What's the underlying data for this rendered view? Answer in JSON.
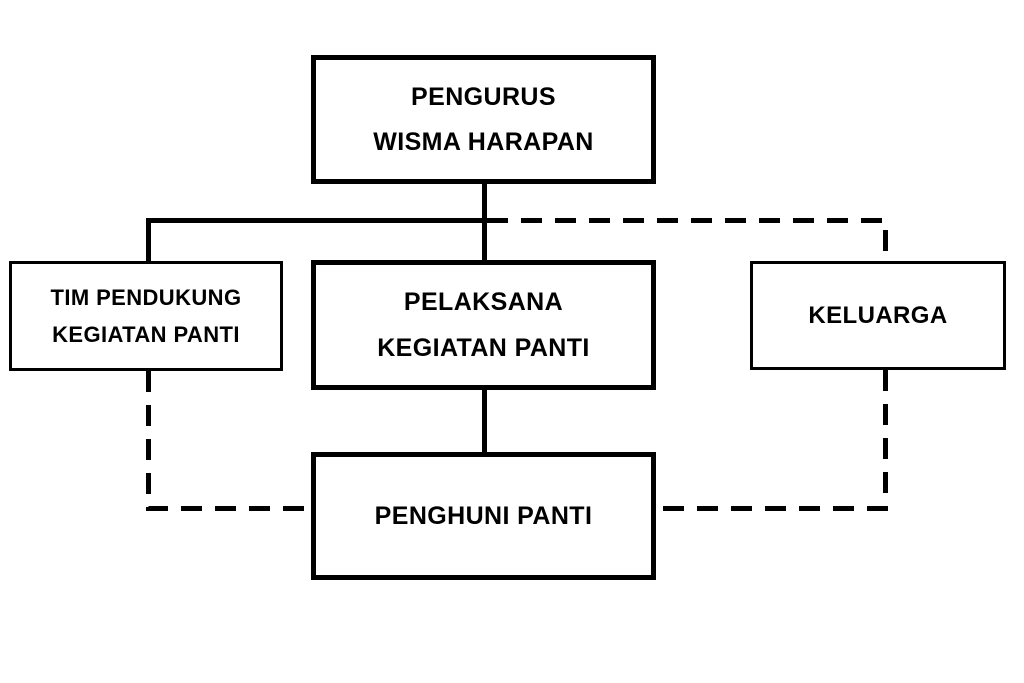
{
  "diagram": {
    "type": "organizational-chart",
    "background_color": "#ffffff",
    "line_color": "#000000",
    "text_color": "#000000",
    "nodes": [
      {
        "id": "pengurus",
        "lines": [
          "PENGURUS",
          "WISMA HARAPAN"
        ],
        "border": "thick",
        "level": "top"
      },
      {
        "id": "tim_pendukung",
        "lines": [
          "TIM PENDUKUNG",
          "KEGIATAN PANTI"
        ],
        "border": "thin",
        "level": "middle-left"
      },
      {
        "id": "pelaksana",
        "lines": [
          "PELAKSANA",
          "KEGIATAN PANTI"
        ],
        "border": "thick",
        "level": "middle-center"
      },
      {
        "id": "keluarga",
        "lines": [
          "KELUARGA"
        ],
        "border": "thin",
        "level": "middle-right"
      },
      {
        "id": "penghuni_panti",
        "lines": [
          "PENGHUNI PANTI"
        ],
        "border": "thick",
        "level": "bottom"
      }
    ],
    "edges": [
      {
        "id": "pengurus-to-bus",
        "from": "pengurus",
        "to": "bus",
        "style": "solid"
      },
      {
        "id": "bus-to-tim-pendukung",
        "from": "pengurus",
        "to": "tim_pendukung",
        "style": "solid"
      },
      {
        "id": "bus-to-pelaksana",
        "from": "pengurus",
        "to": "pelaksana",
        "style": "solid"
      },
      {
        "id": "pengurus-to-keluarga",
        "from": "pengurus",
        "to": "keluarga",
        "style": "dashed"
      },
      {
        "id": "pelaksana-to-penghuni",
        "from": "pelaksana",
        "to": "penghuni_panti",
        "style": "solid"
      },
      {
        "id": "tim-to-penghuni",
        "from": "tim_pendukung",
        "to": "penghuni_panti",
        "style": "dashed"
      },
      {
        "id": "keluarga-to-penghuni",
        "from": "keluarga",
        "to": "penghuni_panti",
        "style": "dashed"
      }
    ]
  }
}
